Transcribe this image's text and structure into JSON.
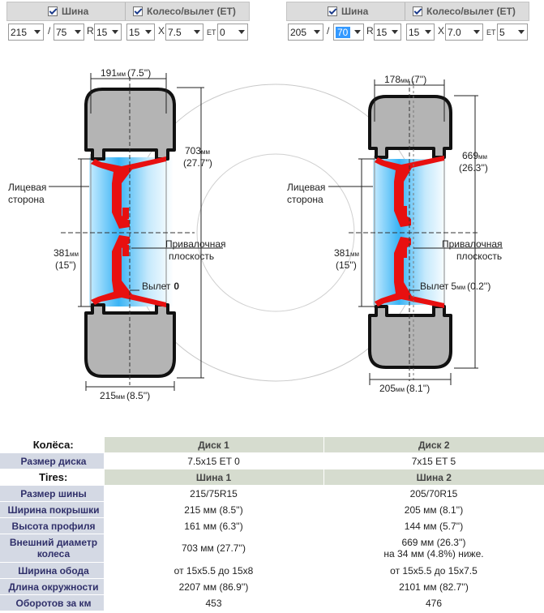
{
  "left": {
    "tire_toggle_label": "Шина",
    "wheel_toggle_label": "Колесо/вылет (ET)",
    "width": "215",
    "slash": "/",
    "profile": "75",
    "r_label": "R",
    "rim_tire": "15",
    "rim_wheel": "15",
    "x_label": "X",
    "rim_width": "7.5",
    "et_label": "ET",
    "et": "0",
    "dim_width_top": "191",
    "dim_width_top_in": "(7.5'')",
    "dim_outer": "703",
    "dim_outer_in": "(27.7'')",
    "dim_rim": "381",
    "dim_rim_in": "(15'')",
    "dim_width_bottom": "215",
    "dim_width_bottom_in": "(8.5'')",
    "mm": "мм",
    "face_label_1": "Лицевая",
    "face_label_2": "сторона",
    "mount_label_1": "Привалочная",
    "mount_label_2": "плоскость",
    "offset_label": "Вылет",
    "offset_value": "0",
    "offset_unit": "",
    "offset_in": ""
  },
  "right": {
    "tire_toggle_label": "Шина",
    "wheel_toggle_label": "Колесо/вылет (ET)",
    "width": "205",
    "slash": "/",
    "profile": "70",
    "r_label": "R",
    "rim_tire": "15",
    "rim_wheel": "15",
    "x_label": "X",
    "rim_width": "7.0",
    "et_label": "ET",
    "et": "5",
    "dim_width_top": "178",
    "dim_width_top_in": "(7'')",
    "dim_outer": "669",
    "dim_outer_in": "(26.3'')",
    "dim_rim": "381",
    "dim_rim_in": "(15'')",
    "dim_width_bottom": "205",
    "dim_width_bottom_in": "(8.1'')",
    "mm": "мм",
    "face_label_1": "Лицевая",
    "face_label_2": "сторона",
    "mount_label_1": "Привалочная",
    "mount_label_2": "плоскость",
    "offset_label": "Вылет",
    "offset_value": "5",
    "offset_unit": "мм",
    "offset_in": "(0.2'')"
  },
  "table": {
    "wheels_header": "Колёса:",
    "disk1": "Диск 1",
    "disk2": "Диск 2",
    "rows_wheel": [
      {
        "label": "Размер диска",
        "v1": "7.5x15 ET 0",
        "v2": "7x15 ET 5"
      }
    ],
    "tires_header": "Tires:",
    "tire1": "Шина 1",
    "tire2": "Шина 2",
    "rows_tire": [
      {
        "label": "Размер шины",
        "v1": "215/75R15",
        "v2": "205/70R15"
      },
      {
        "label": "Ширина покрышки",
        "v1": "215 мм (8.5'')",
        "v2": "205 мм (8.1'')"
      },
      {
        "label": "Высота профиля",
        "v1": "161 мм (6.3'')",
        "v2": "144 мм (5.7'')"
      },
      {
        "label": "Внешний диаметр колеса",
        "v1": "703 мм (27.7'')",
        "v2": "669 мм (26.3'')",
        "v2b": "на 34 мм (4.8%) ниже."
      },
      {
        "label": "Ширина обода",
        "v1": "от 15x5.5 до 15x8",
        "v2": "от 15x5.5 до 15x7.5"
      },
      {
        "label": "Длина окружности",
        "v1": "2207 мм (86.9'')",
        "v2": "2101 мм (82.7'')"
      },
      {
        "label": "Оборотов за км",
        "v1": "453",
        "v2": "476"
      }
    ]
  }
}
